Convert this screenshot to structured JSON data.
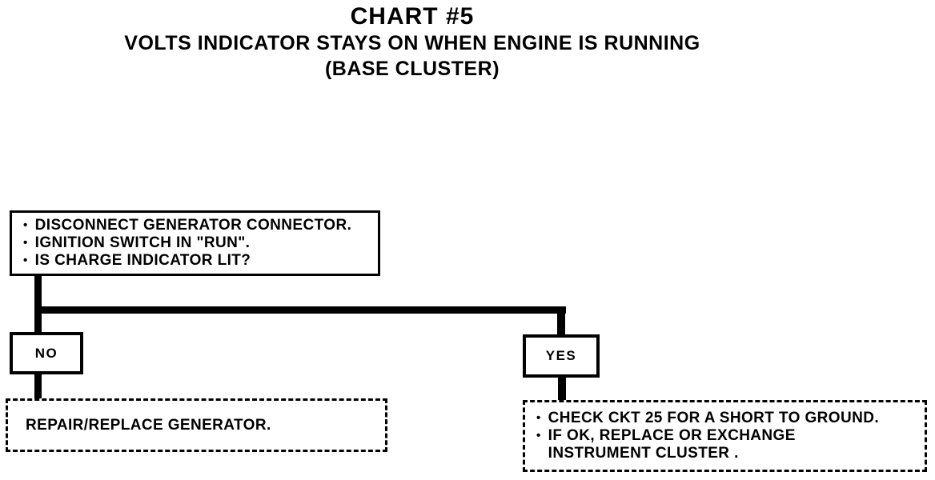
{
  "header": {
    "title": "CHART #5",
    "subtitle": "VOLTS INDICATOR STAYS ON WHEN ENGINE IS RUNNING",
    "subtitle2": "(BASE CLUSTER)"
  },
  "bullet": "•",
  "flowchart": {
    "question_box": {
      "items": [
        "DISCONNECT GENERATOR CONNECTOR.",
        "IGNITION SWITCH IN \"RUN\".",
        "IS CHARGE INDICATOR LIT?"
      ]
    },
    "no_label": "NO",
    "yes_label": "YES",
    "no_result": "REPAIR/REPLACE GENERATOR.",
    "yes_result": {
      "items": [
        "CHECK CKT 25 FOR A SHORT TO GROUND.",
        "IF OK, REPLACE OR EXCHANGE\nINSTRUMENT CLUSTER ."
      ]
    }
  }
}
